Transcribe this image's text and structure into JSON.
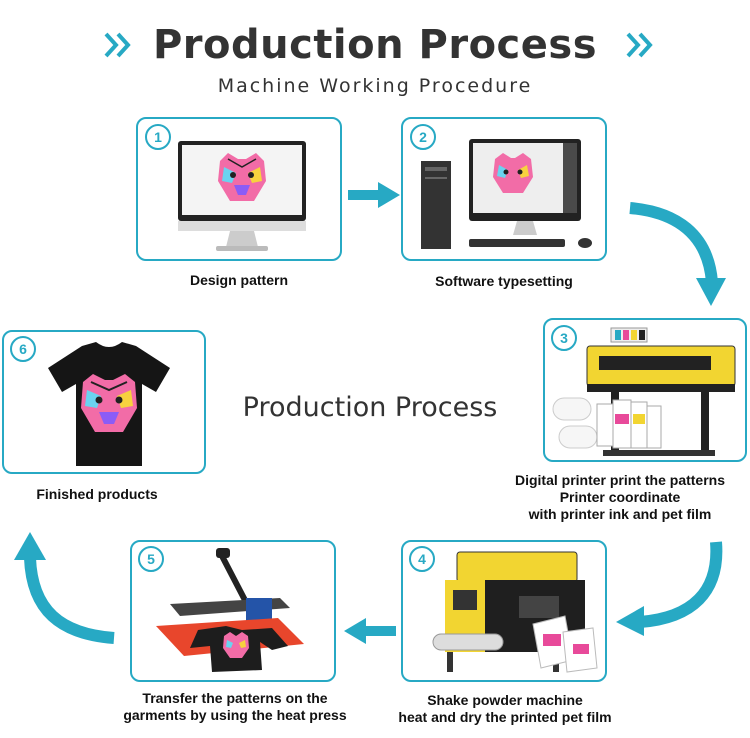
{
  "header": {
    "title": "Production Process",
    "subtitle": "Machine Working Procedure"
  },
  "center_title": "Production Process",
  "steps": [
    {
      "number": "1",
      "caption": "Design pattern"
    },
    {
      "number": "2",
      "caption": "Software typesetting"
    },
    {
      "number": "3",
      "caption_lines": [
        "Digital printer print the patterns",
        "Printer coordinate",
        "with printer ink and pet film"
      ]
    },
    {
      "number": "4",
      "caption_lines": [
        "Shake powder machine",
        "heat and dry the printed pet film"
      ]
    },
    {
      "number": "5",
      "caption_lines": [
        "Transfer the patterns on the",
        "garments by using the heat press"
      ]
    },
    {
      "number": "6",
      "caption": "Finished products"
    }
  ],
  "colors": {
    "accent": "#27a9c4",
    "text": "#333333"
  },
  "icons": [
    "chevron-right-icon",
    "arrow-right-icon",
    "arrow-left-icon",
    "curved-arrow-icon"
  ]
}
